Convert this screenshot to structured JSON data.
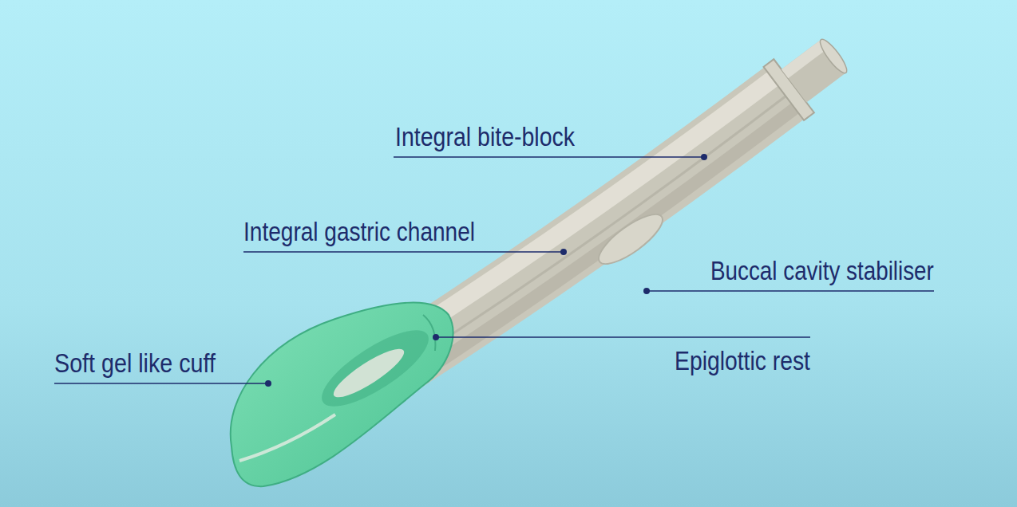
{
  "diagram": {
    "labels": [
      "Integral bite-block",
      "Integral gastric channel",
      "Buccal cavity stabiliser",
      "Epiglottic rest",
      "Soft gel like cuff"
    ]
  }
}
